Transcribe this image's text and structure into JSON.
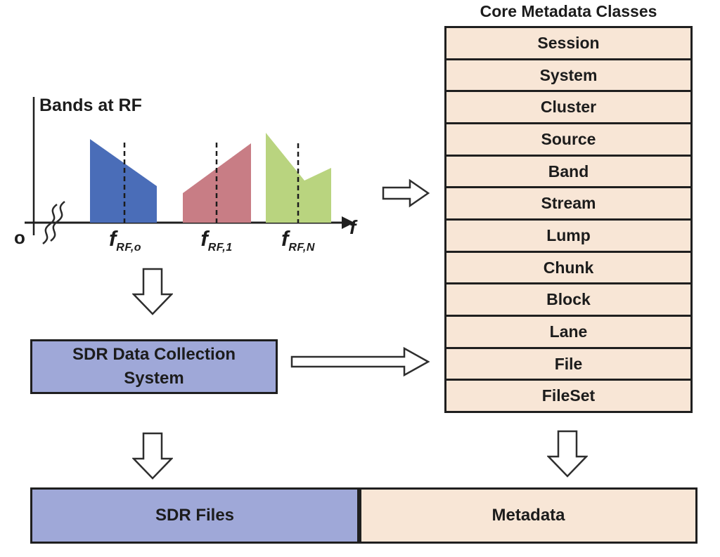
{
  "spectrum": {
    "title": "Bands at RF",
    "origin_label": "o",
    "axis_label": "f",
    "bands": [
      {
        "label_main": "f",
        "label_sub": "RF,o",
        "color": "#4a6db8"
      },
      {
        "label_main": "f",
        "label_sub": "RF,1",
        "color": "#c87d85"
      },
      {
        "label_main": "f",
        "label_sub": "RF,N",
        "color": "#b9d47f"
      }
    ]
  },
  "metadata_classes": {
    "title": "Core Metadata Classes",
    "rows": [
      "Session",
      "System",
      "Cluster",
      "Source",
      "Band",
      "Stream",
      "Lump",
      "Chunk",
      "Block",
      "Lane",
      "File",
      "FileSet"
    ]
  },
  "sdr_system": {
    "line1": "SDR Data Collection",
    "line2": "System"
  },
  "outputs": {
    "sdr_files": "SDR Files",
    "metadata": "Metadata"
  },
  "colors": {
    "box_blue": "#9fa8d8",
    "box_peach": "#f8e6d6",
    "band_blue": "#4a6db8",
    "band_red": "#c87d85",
    "band_green": "#b9d47f",
    "ink": "#1f1f1f"
  }
}
